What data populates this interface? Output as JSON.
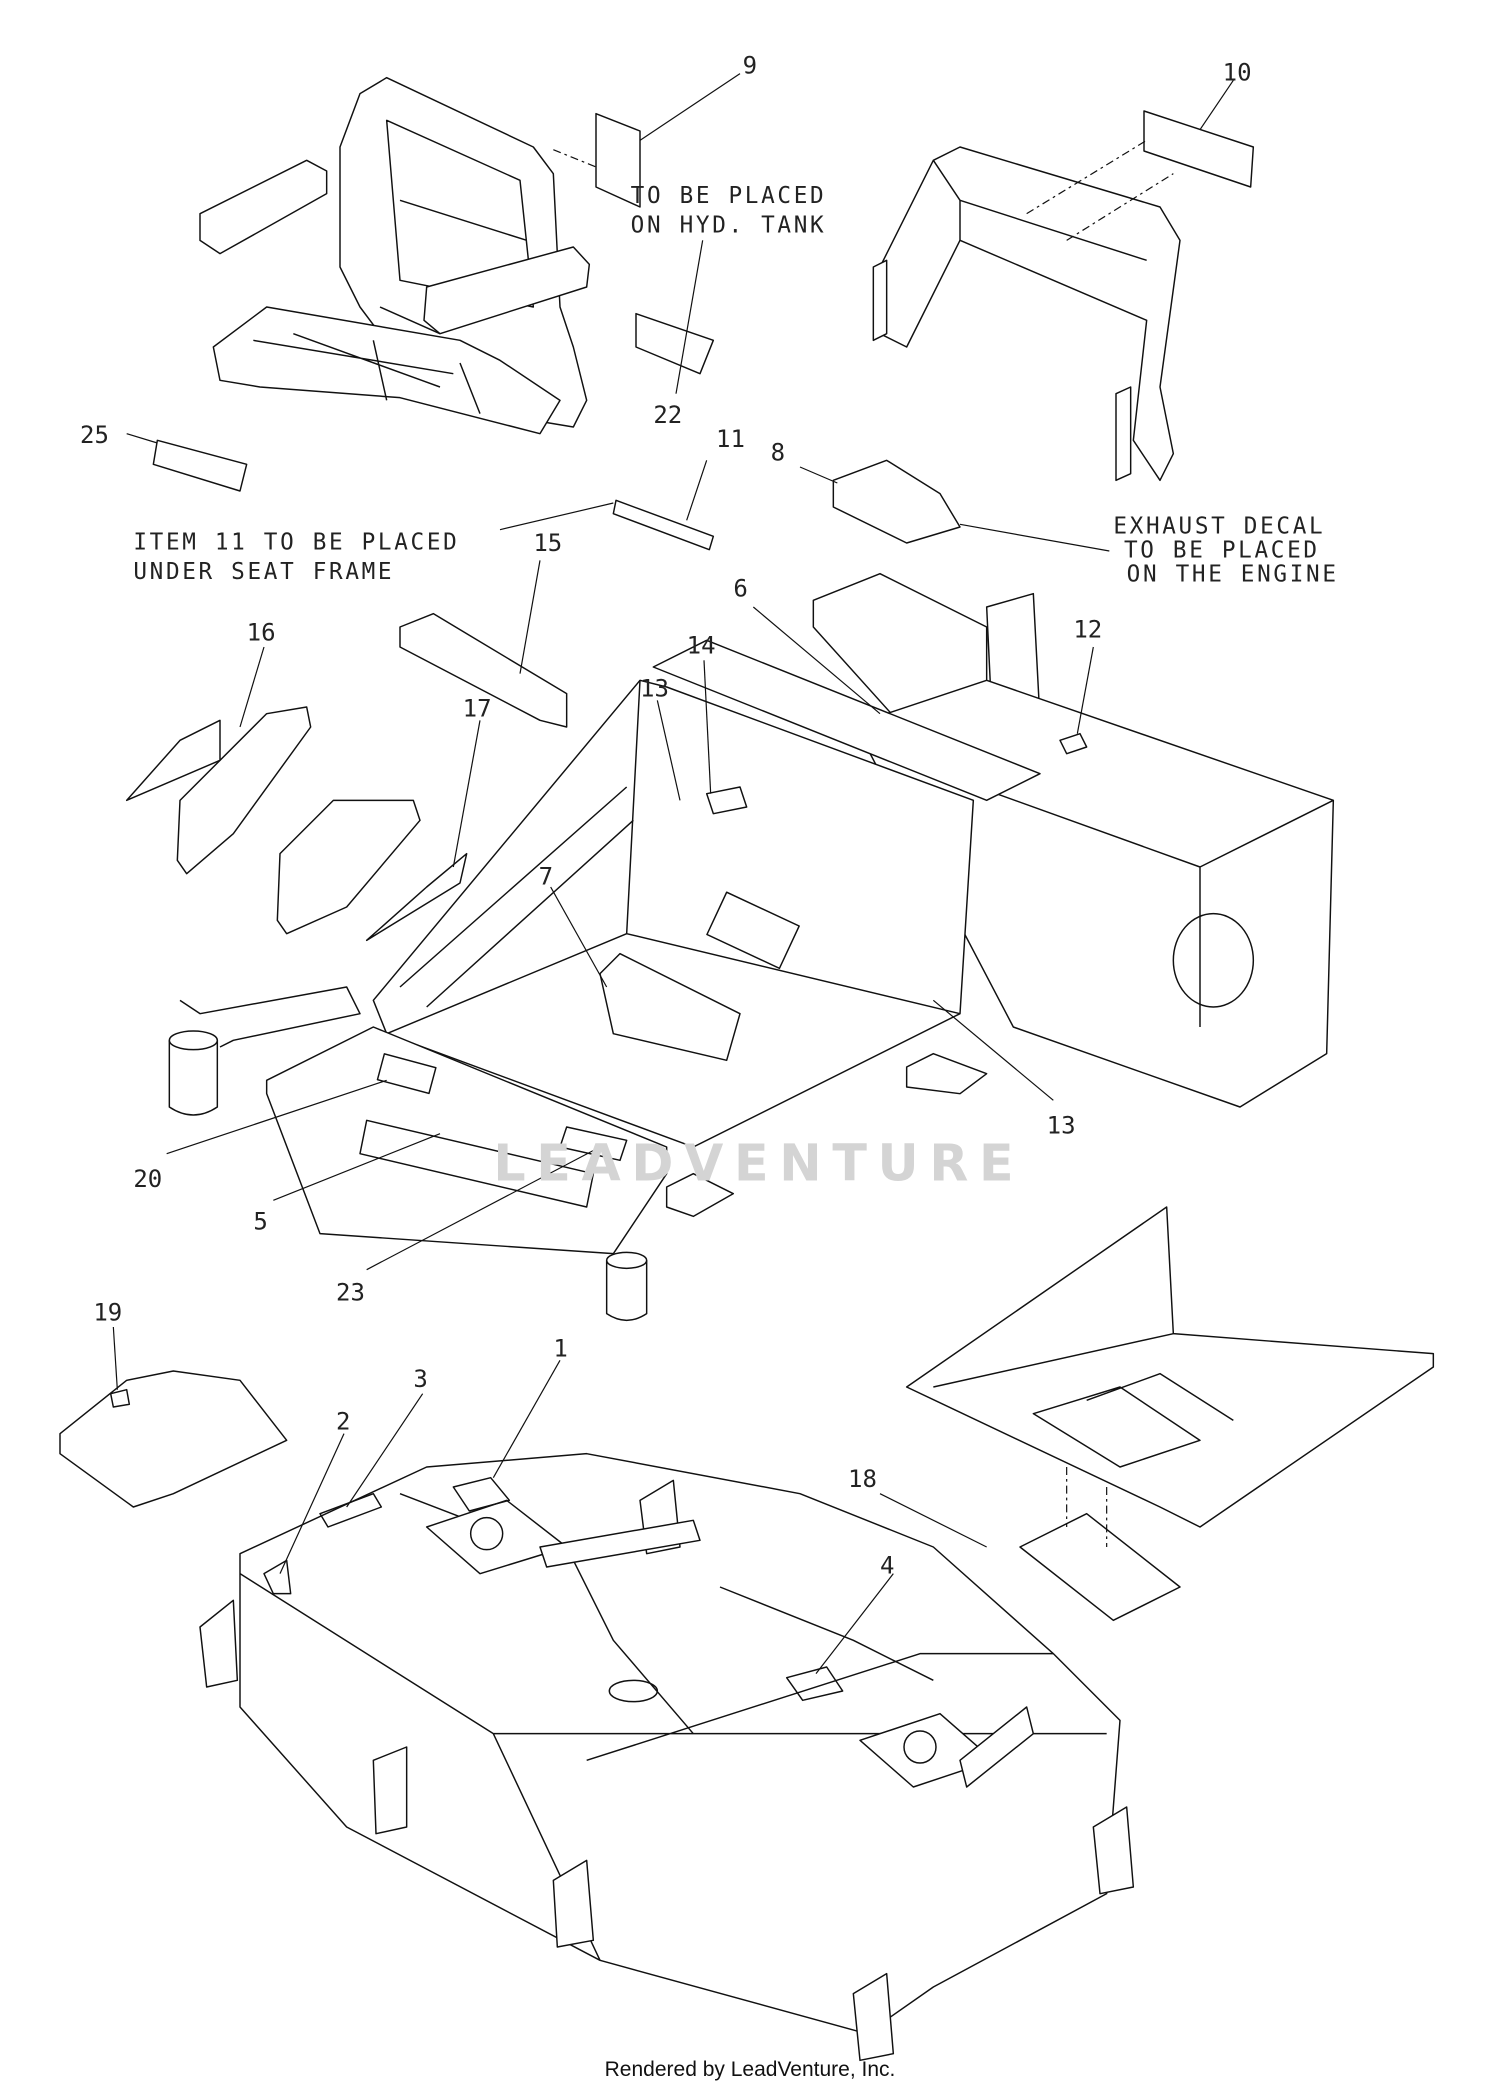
{
  "diagram": {
    "watermark": "LEADVENTURE",
    "callouts": {
      "c1": "1",
      "c2": "2",
      "c3": "3",
      "c4": "4",
      "c5": "5",
      "c6": "6",
      "c7": "7",
      "c8": "8",
      "c9": "9",
      "c10": "10",
      "c11": "11",
      "c12": "12",
      "c13a": "13",
      "c13b": "13",
      "c14": "14",
      "c15": "15",
      "c16": "16",
      "c17": "17",
      "c18": "18",
      "c19": "19",
      "c20": "20",
      "c22": "22",
      "c23": "23",
      "c25": "25"
    },
    "notes": {
      "hyd_line1": "TO BE PLACED",
      "hyd_line2": "ON HYD. TANK",
      "item11_line1": "ITEM 11 TO BE PLACED",
      "item11_line2": "UNDER SEAT FRAME",
      "exhaust_line1": "EXHAUST DECAL",
      "exhaust_line2": "TO BE PLACED",
      "exhaust_line3": "ON THE ENGINE"
    }
  },
  "footer": {
    "text": "Rendered by LeadVenture, Inc."
  }
}
